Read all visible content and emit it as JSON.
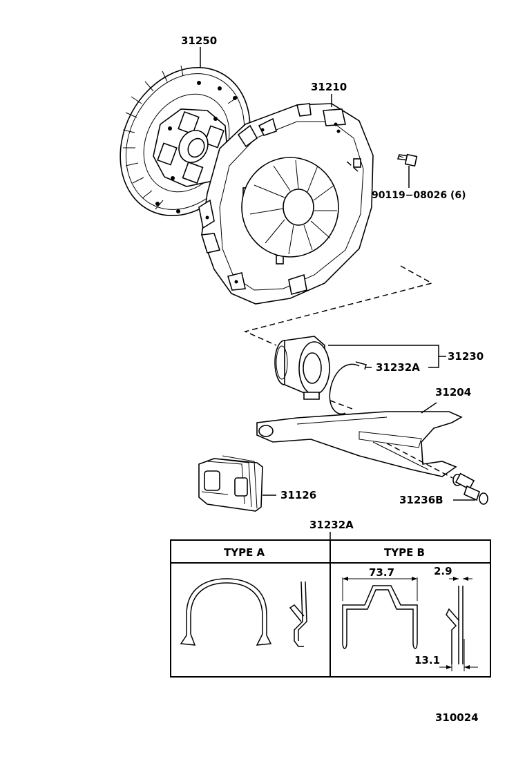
{
  "parts": {
    "p31250": "31250",
    "p31210": "31210",
    "bolt": "90119−08026 (6)",
    "p31230": "31230",
    "p31232a": "31232A",
    "p31204": "31204",
    "p31126": "31126",
    "p31236b": "31236B"
  },
  "table": {
    "title": "31232A",
    "type_a": "TYPE  A",
    "type_b": "TYPE  B",
    "dim_width": "73.7",
    "dim_thick": "2.9",
    "dim_depth": "13.1"
  },
  "diagram_code": "310024"
}
